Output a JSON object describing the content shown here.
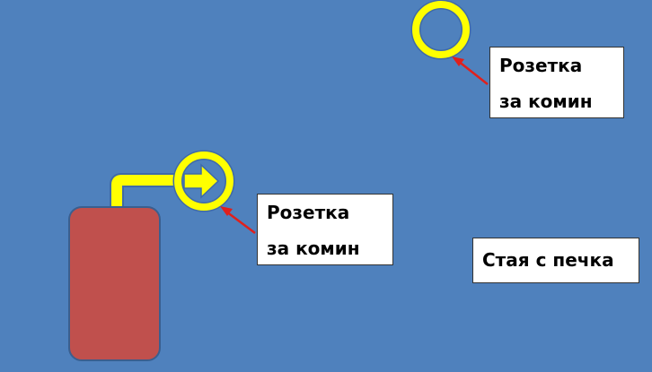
{
  "labels": {
    "top": {
      "line1": "Розетка",
      "line2": "за комин"
    },
    "middle": {
      "line1": "Розетка",
      "line2": "за комин"
    },
    "room": "Стая с печка"
  },
  "colors": {
    "background": "#4f81bd",
    "ring": "#ffff00",
    "ring_outline": "#3f6aa8",
    "pointer_arrow": "#e0201c",
    "tank_fill": "#c0504d",
    "tank_outline": "#3a5f8f",
    "label_box": "#ffffff"
  },
  "icons": {
    "outlet_ring": "chimney-outlet-ring-icon",
    "outlet_with_arrow": "chimney-outlet-arrow-icon",
    "stove": "stove-tank-icon"
  }
}
